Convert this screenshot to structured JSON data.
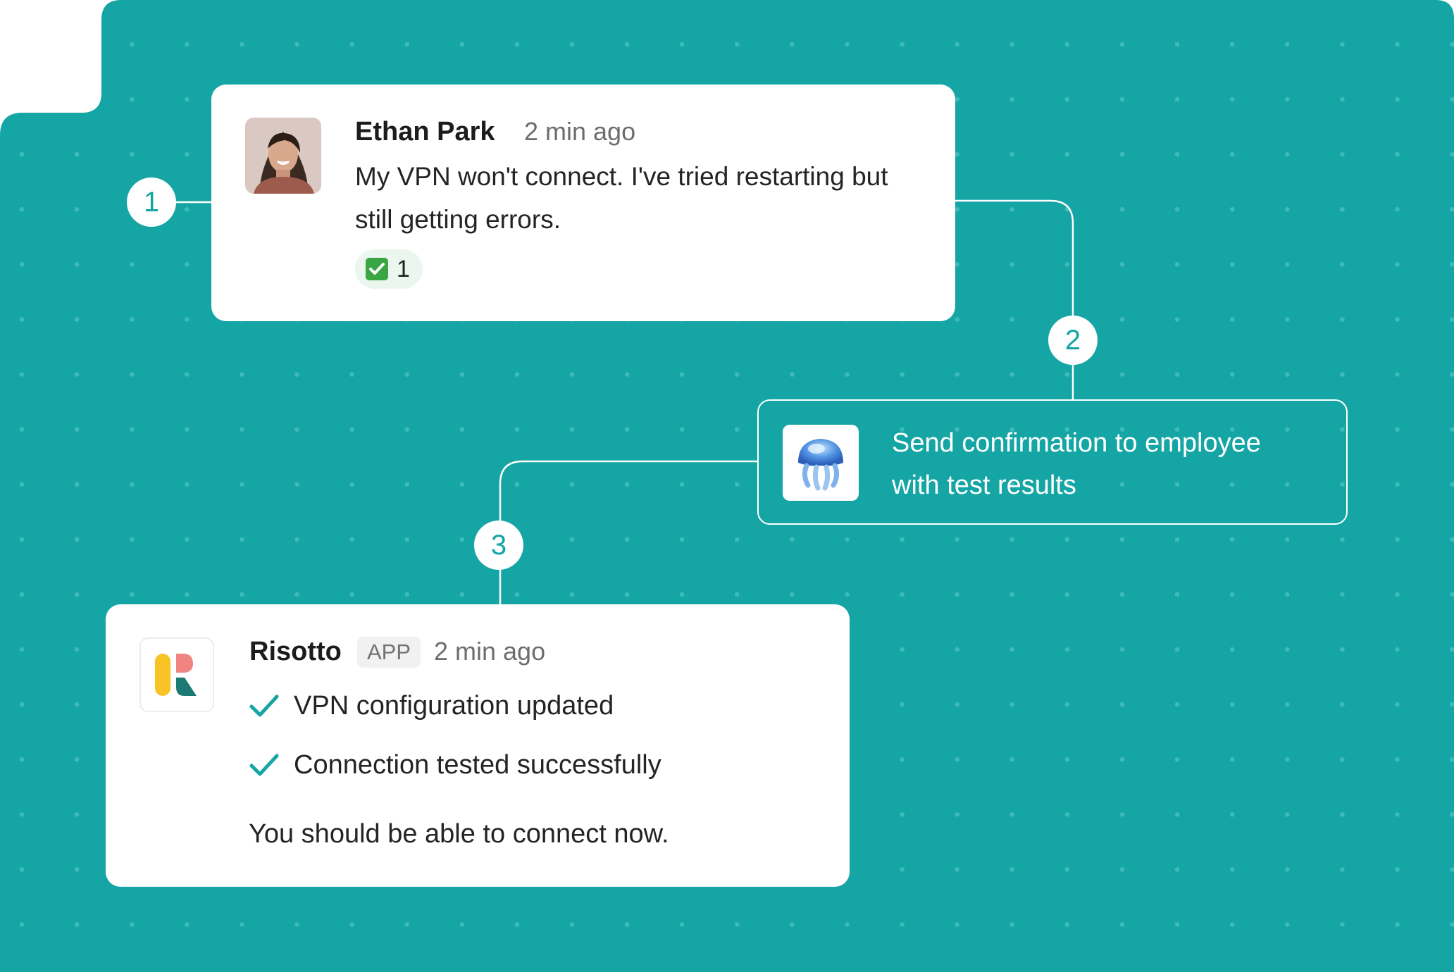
{
  "colors": {
    "background": "#14a5a4",
    "card": "#ffffff",
    "accent": "#14a5a4",
    "reaction_bg": "#eaf6ee",
    "check_green": "#3aa643"
  },
  "steps": [
    "1",
    "2",
    "3"
  ],
  "message_1": {
    "avatar_icon": "user-avatar-photo",
    "author": "Ethan Park",
    "time": "2 min ago",
    "text": "My VPN won't connect. I've tried restarting but still getting errors.",
    "reaction": {
      "icon": "white-check-mark-emoji",
      "count": "1"
    }
  },
  "action": {
    "icon": "jellyfish-icon",
    "text": "Send confirmation to employee with test results"
  },
  "message_3": {
    "logo_icon": "risotto-logo-icon",
    "author": "Risotto",
    "badge": "APP",
    "time": "2 min ago",
    "checks": [
      "VPN configuration updated",
      "Connection tested successfully"
    ],
    "closing": "You should be able to connect now."
  }
}
